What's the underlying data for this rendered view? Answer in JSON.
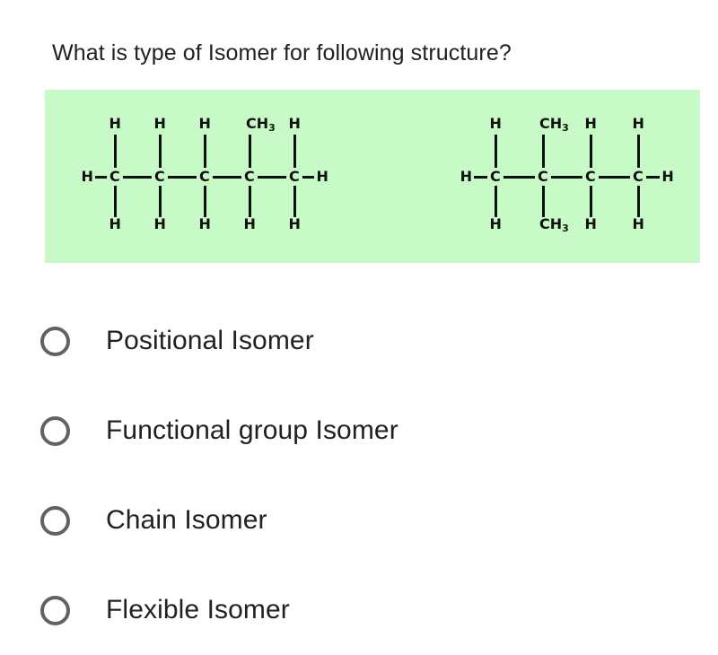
{
  "question": {
    "text": "What is type of Isomer for following structure?"
  },
  "structure_panel": {
    "background_color": "#C8FAC8",
    "bond_color": "#111111",
    "molecules": [
      {
        "name": "left-structure",
        "backbone_carbons": 4,
        "carbon_symbol": "C",
        "left_terminal": "H",
        "right_terminal": "H",
        "carbon_count": 5,
        "top_substituents": [
          "H",
          "H",
          "H",
          "CH3",
          "H"
        ],
        "bottom_substituents": [
          "H",
          "H",
          "H",
          "H",
          "H"
        ],
        "top_labels": [
          {
            "text": "H",
            "sub": ""
          },
          {
            "text": "H",
            "sub": ""
          },
          {
            "text": "H",
            "sub": ""
          },
          {
            "text": "CH",
            "sub": "3"
          },
          {
            "text": "H",
            "sub": ""
          }
        ],
        "bottom_labels": [
          {
            "text": "H",
            "sub": ""
          },
          {
            "text": "H",
            "sub": ""
          },
          {
            "text": "H",
            "sub": ""
          },
          {
            "text": "H",
            "sub": ""
          },
          {
            "text": "H",
            "sub": ""
          }
        ]
      },
      {
        "name": "right-structure",
        "backbone_carbons": 3,
        "carbon_symbol": "C",
        "left_terminal": "H",
        "right_terminal": "H",
        "carbon_count": 4,
        "top_substituents": [
          "H",
          "CH3",
          "H",
          "H"
        ],
        "bottom_substituents": [
          "H",
          "CH3",
          "H",
          "H"
        ],
        "top_labels": [
          {
            "text": "H",
            "sub": ""
          },
          {
            "text": "CH",
            "sub": "3"
          },
          {
            "text": "H",
            "sub": ""
          },
          {
            "text": "H",
            "sub": ""
          }
        ],
        "bottom_labels": [
          {
            "text": "H",
            "sub": ""
          },
          {
            "text": "CH",
            "sub": "3"
          },
          {
            "text": "H",
            "sub": ""
          },
          {
            "text": "H",
            "sub": ""
          }
        ]
      }
    ]
  },
  "options": [
    {
      "label": "Positional Isomer",
      "selected": false
    },
    {
      "label": "Functional group Isomer",
      "selected": false
    },
    {
      "label": "Chain Isomer",
      "selected": false
    },
    {
      "label": "Flexible Isomer",
      "selected": false
    }
  ]
}
